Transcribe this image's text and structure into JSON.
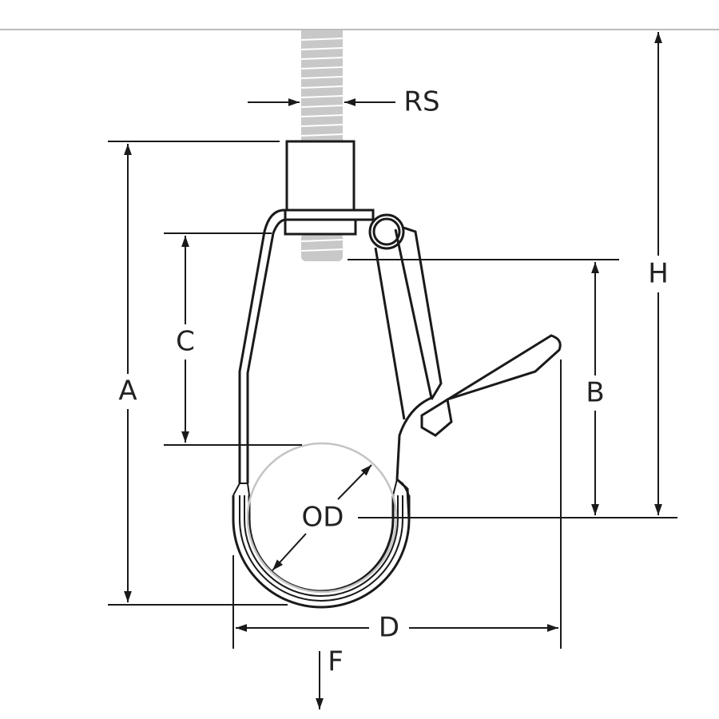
{
  "diagram": {
    "labels": {
      "rod_size": "RS",
      "overall_a": "A",
      "dim_c": "C",
      "height_h": "H",
      "dim_b": "B",
      "outside_diameter": "OD",
      "width_d": "D",
      "load_f": "F"
    },
    "colors": {
      "line": "#1a1a1a",
      "rod": "#bdbdbd",
      "pipe": "#c4c4c4",
      "ceiling": "#bbbbbb"
    }
  }
}
